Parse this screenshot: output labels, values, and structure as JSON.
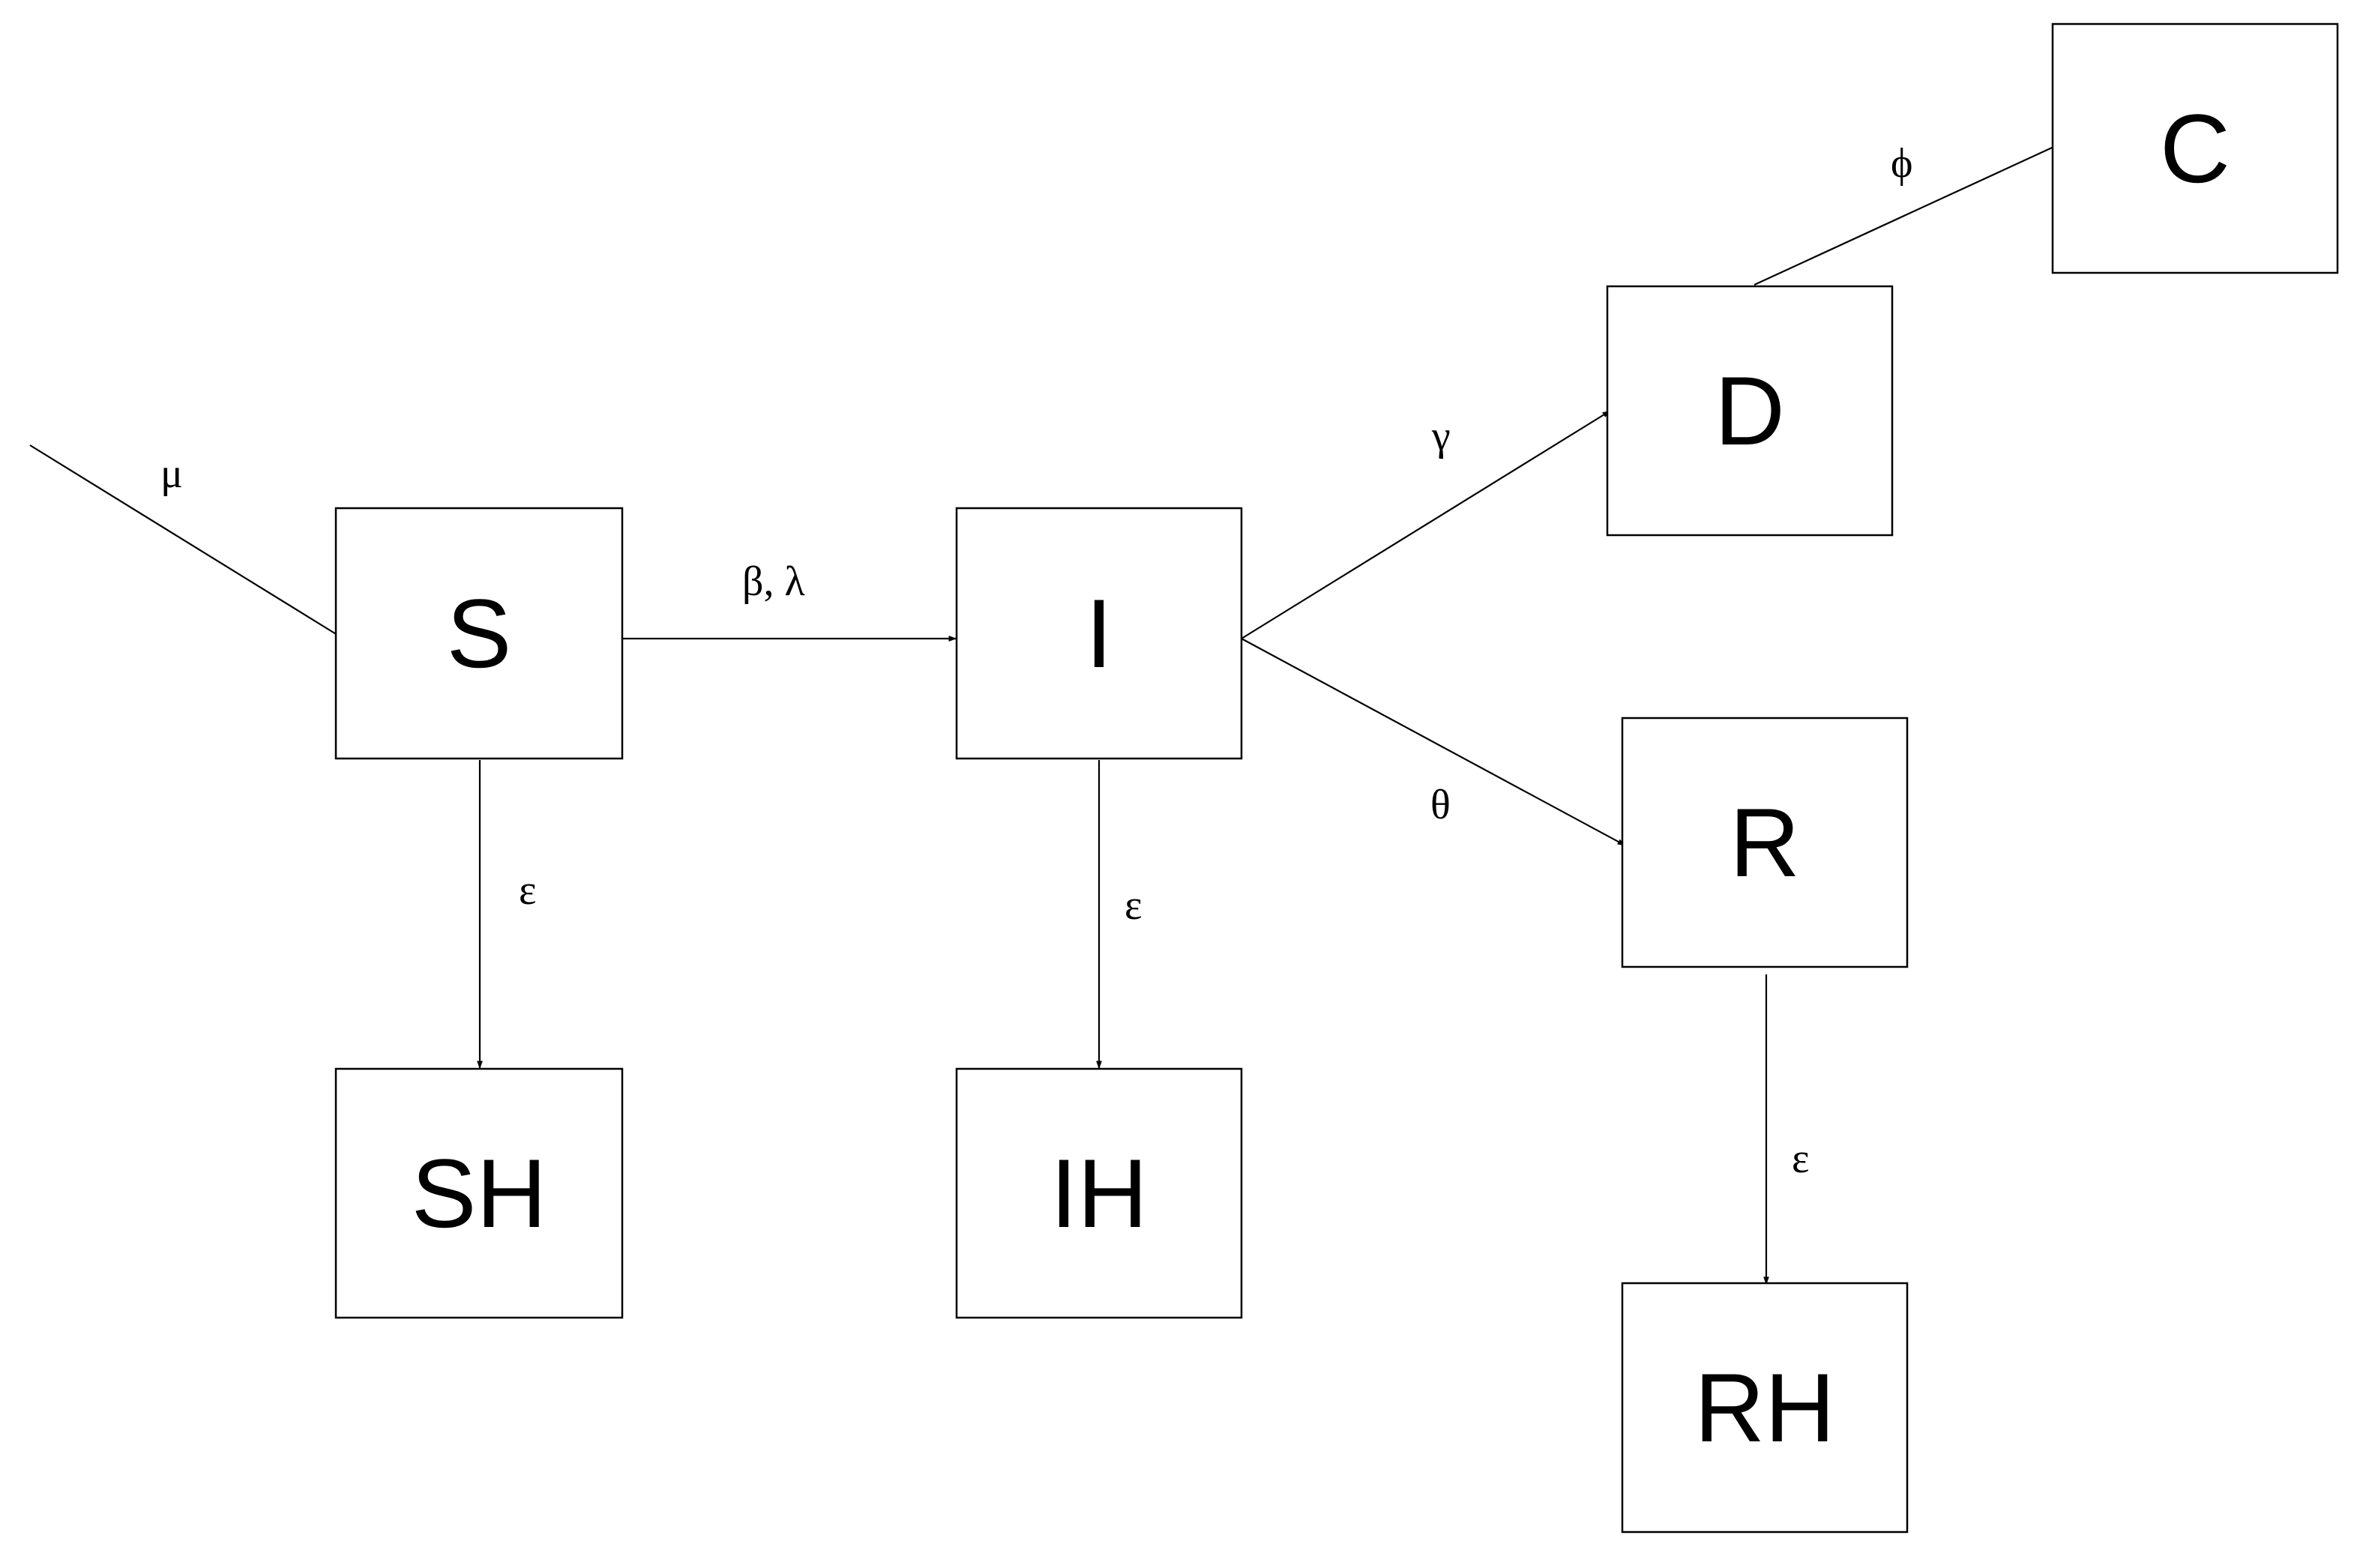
{
  "nodes": {
    "S": "S",
    "SH": "SH",
    "I": "I",
    "IH": "IH",
    "D": "D",
    "C": "C",
    "R": "R",
    "RH": "RH"
  },
  "edges": {
    "inflow": "μ",
    "s_to_i": "β, λ",
    "s_to_sh": "ε",
    "i_to_ih": "ε",
    "i_to_d": "γ",
    "i_to_r": "θ",
    "d_to_c": "ϕ",
    "r_to_rh": "ε"
  }
}
